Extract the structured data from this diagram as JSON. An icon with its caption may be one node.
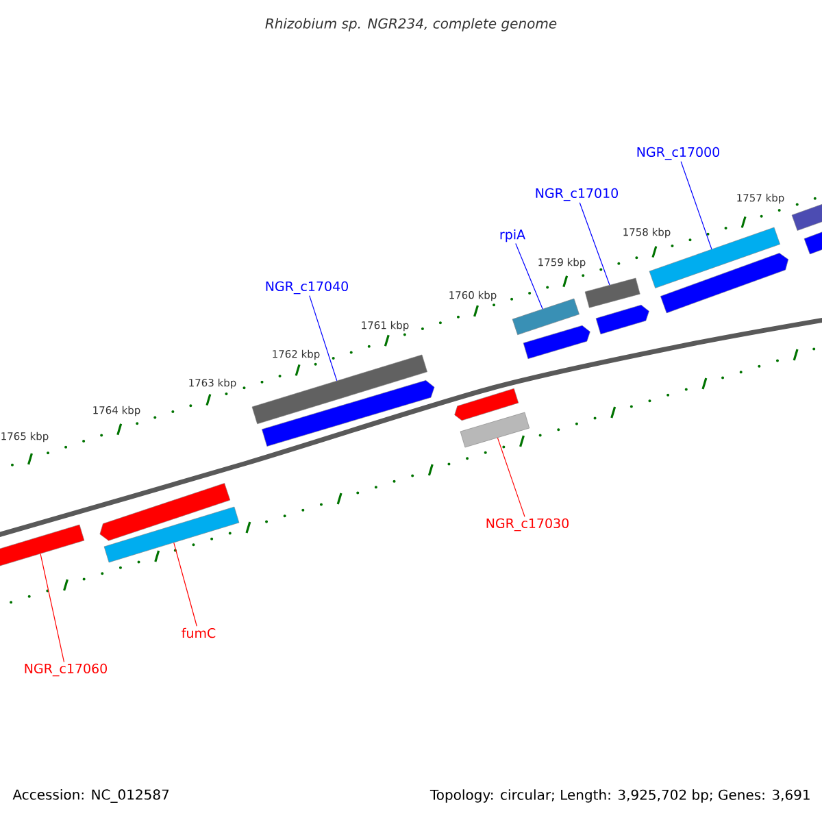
{
  "diagram": {
    "title": "Rhizobium sp. NGR234, complete genome",
    "nodes": [
      {
        "text": [
          "NGR_c17000"
        ]
      },
      {
        "text": [
          "NGR_c17010"
        ]
      },
      {
        "text": [
          "rpiA"
        ]
      },
      {
        "text": [
          "NGR_c17040"
        ]
      },
      {
        "text": [
          "NGR_c17030"
        ]
      },
      {
        "text": [
          "fumC"
        ]
      },
      {
        "text": [
          "NGR_c17060"
        ]
      },
      {
        "text": [],
        "shape": "bar"
      },
      {
        "text": [],
        "shape": "bar"
      },
      {
        "text": [],
        "shape": "bar"
      },
      {
        "text": [],
        "shape": "bar"
      },
      {
        "text": [],
        "shape": "bar"
      },
      {
        "text": [],
        "shape": "bar"
      },
      {
        "text": [],
        "shape": "bar"
      },
      {
        "text": [],
        "shape": "bar"
      },
      {
        "text": [],
        "shape": "bar"
      },
      {
        "text": [],
        "shape": "bar"
      },
      {
        "text": [],
        "shape": "bar"
      },
      {
        "text": [],
        "shape": "bar"
      },
      {
        "text": [],
        "shape": "bar"
      },
      {
        "text": [],
        "shape": "bar"
      },
      {
        "text": [],
        "shape": "bar"
      }
    ],
    "edges": [
      {
        "from": 0,
        "to": 18,
        "arrow": "none"
      },
      {
        "from": 1,
        "to": 16,
        "arrow": "none"
      },
      {
        "from": 2,
        "to": 14,
        "arrow": "none"
      },
      {
        "from": 3,
        "to": 10,
        "arrow": "none"
      },
      {
        "from": 4,
        "to": 13,
        "arrow": "none",
        "color": "#ff0000"
      },
      {
        "from": 5,
        "to": 9,
        "arrow": "none",
        "color": "#ff0000"
      },
      {
        "from": 6,
        "to": 7,
        "arrow": "none",
        "color": "#ff0000"
      }
    ],
    "labels": [
      "1757 kbp",
      "1758 kbp",
      "1759 kbp",
      "1760 kbp",
      "1761 kbp",
      "1762 kbp",
      "1763 kbp",
      "1764 kbp",
      "1765 kbp",
      "Accession: NC_012587",
      "Topology: circular; Length: 3,925,702 bp; Genes: 3,691"
    ]
  }
}
